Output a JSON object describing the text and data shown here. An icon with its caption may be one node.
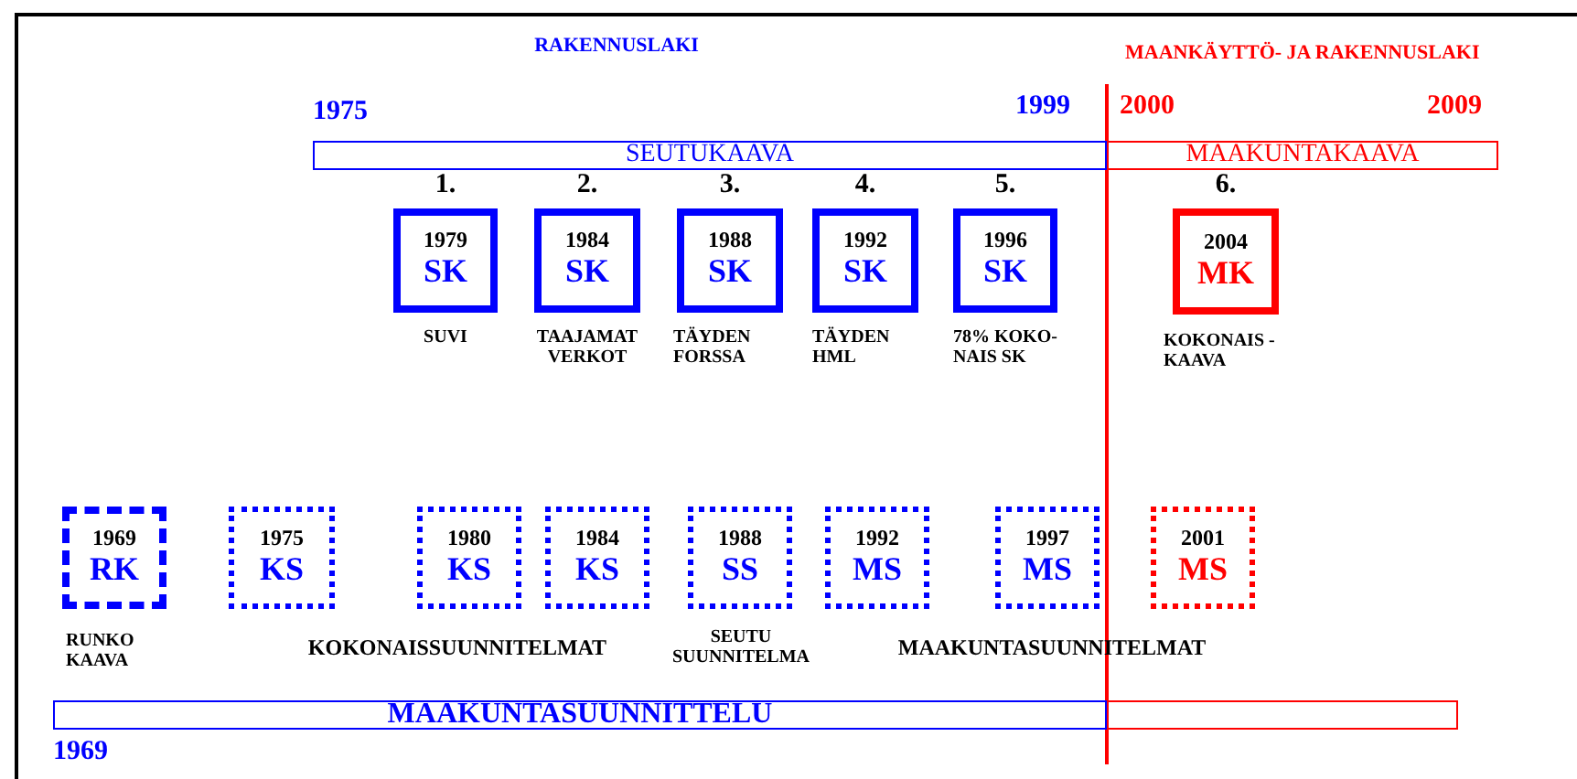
{
  "diagram": {
    "nodes": [
      {
        "text": [
          "SEUTUKAAVA"
        ],
        "beside": [
          "1975",
          "1999"
        ]
      },
      {
        "text": [
          "MAAKUNTAKAAVA"
        ],
        "beside": [
          "2000",
          "2009"
        ]
      },
      {
        "text": [
          "1979",
          "SK"
        ],
        "beside": [
          "1.",
          "SUVI"
        ]
      },
      {
        "text": [
          "1984",
          "SK"
        ],
        "beside": [
          "2.",
          "TAAJAMAT VERKOT"
        ]
      },
      {
        "text": [
          "1988",
          "SK"
        ],
        "beside": [
          "3.",
          "TÄYDEN FORSSA"
        ]
      },
      {
        "text": [
          "1992",
          "SK"
        ],
        "beside": [
          "4.",
          "TÄYDEN HML"
        ]
      },
      {
        "text": [
          "1996",
          "SK"
        ],
        "beside": [
          "5.",
          "78% KOKO- NAIS SK"
        ]
      },
      {
        "text": [
          "2004",
          "MK"
        ],
        "beside": [
          "6.",
          "KOKONAIS - KAAVA"
        ]
      },
      {
        "text": [
          "1969",
          "RK"
        ],
        "beside": [
          "RUNKO KAAVA"
        ]
      },
      {
        "text": [
          "1975",
          "KS"
        ]
      },
      {
        "text": [
          "1980",
          "KS"
        ]
      },
      {
        "text": [
          "1984",
          "KS"
        ]
      },
      {
        "text": [
          "1988",
          "SS"
        ],
        "beside": [
          "SEUTU SUUNNITELMA"
        ]
      },
      {
        "text": [
          "1992",
          "MS"
        ]
      },
      {
        "text": [
          "1997",
          "MS"
        ]
      },
      {
        "text": [
          "2001",
          "MS"
        ]
      },
      {
        "text": [
          "MAAKUNTASUUNNITTELU"
        ],
        "beside": [
          "1969"
        ]
      },
      {
        "text": [],
        "shape": "bar"
      }
    ],
    "edges": [],
    "labels": [
      "RAKENNUSLAKI",
      "MAANKÄYTTÖ- JA RAKENNUSLAKI",
      "KOKONAISSUUNNITELMAT",
      "MAAKUNTASUUNNITELMAT"
    ]
  }
}
